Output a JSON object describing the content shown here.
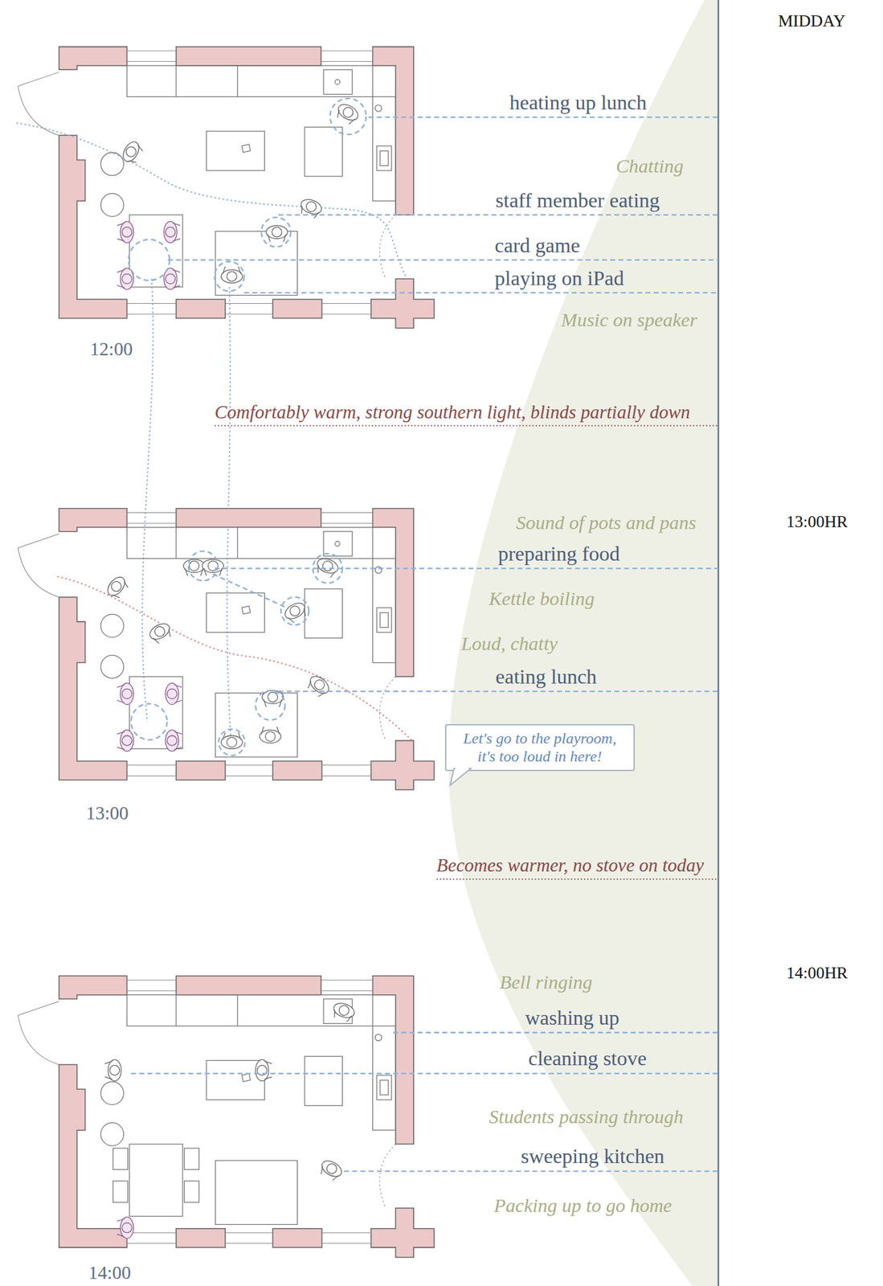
{
  "diagram": {
    "nodes": [
      {
        "text": [
          "Let's go to the playroom, it's too loud in here!"
        ]
      }
    ],
    "labels": [
      "MIDDAY",
      "heating up lunch",
      "Chatting",
      "staff member eating",
      "card game",
      "playing on iPad",
      "Music on speaker",
      "12:00",
      "Comfortably warm, strong southern light, blinds partially down",
      "Sound of pots and pans",
      "13:00HR",
      "preparing food",
      "Kettle boiling",
      "Loud, chatty",
      "eating lunch",
      "13:00",
      "Becomes warmer, no stove on today",
      "Bell ringing",
      "14:00HR",
      "washing up",
      "cleaning stove",
      "Students passing through",
      "sweeping kitchen",
      "Packing up to go home",
      "14:00"
    ]
  }
}
